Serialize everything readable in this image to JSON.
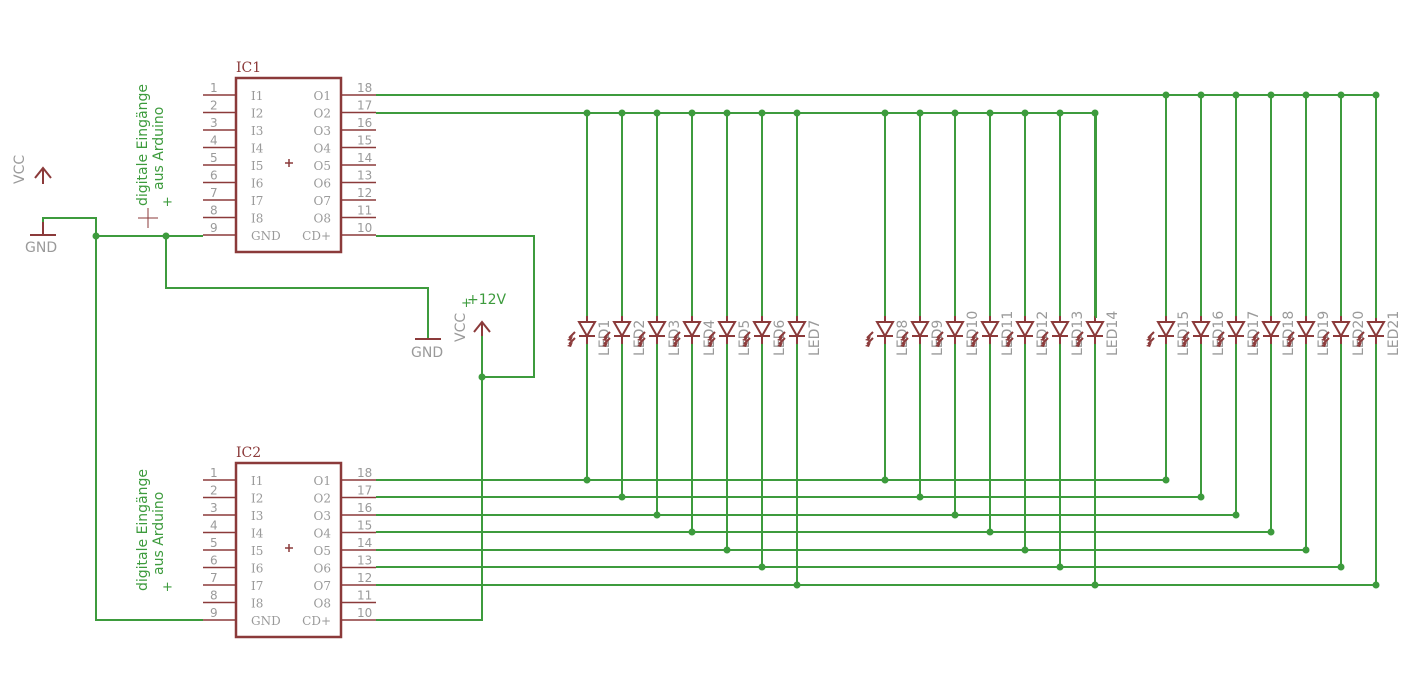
{
  "ic1": {
    "name": "IC1",
    "left_pins": [
      {
        "num": "1",
        "name": "I1"
      },
      {
        "num": "2",
        "name": "I2"
      },
      {
        "num": "3",
        "name": "I3"
      },
      {
        "num": "4",
        "name": "I4"
      },
      {
        "num": "5",
        "name": "I5"
      },
      {
        "num": "6",
        "name": "I6"
      },
      {
        "num": "7",
        "name": "I7"
      },
      {
        "num": "8",
        "name": "I8"
      },
      {
        "num": "9",
        "name": "GND"
      }
    ],
    "right_pins": [
      {
        "num": "18",
        "name": "O1"
      },
      {
        "num": "17",
        "name": "O2"
      },
      {
        "num": "16",
        "name": "O3"
      },
      {
        "num": "15",
        "name": "O4"
      },
      {
        "num": "14",
        "name": "O5"
      },
      {
        "num": "13",
        "name": "O6"
      },
      {
        "num": "12",
        "name": "O7"
      },
      {
        "num": "11",
        "name": "O8"
      },
      {
        "num": "10",
        "name": "CD+"
      }
    ],
    "note_line1": "digitale Eingänge",
    "note_line2": "aus Arduino"
  },
  "ic2": {
    "name": "IC2",
    "left_pins": [
      {
        "num": "1",
        "name": "I1"
      },
      {
        "num": "2",
        "name": "I2"
      },
      {
        "num": "3",
        "name": "I3"
      },
      {
        "num": "4",
        "name": "I4"
      },
      {
        "num": "5",
        "name": "I5"
      },
      {
        "num": "6",
        "name": "I6"
      },
      {
        "num": "7",
        "name": "I7"
      },
      {
        "num": "8",
        "name": "I8"
      },
      {
        "num": "9",
        "name": "GND"
      }
    ],
    "right_pins": [
      {
        "num": "18",
        "name": "O1"
      },
      {
        "num": "17",
        "name": "O2"
      },
      {
        "num": "16",
        "name": "O3"
      },
      {
        "num": "15",
        "name": "O4"
      },
      {
        "num": "14",
        "name": "O5"
      },
      {
        "num": "13",
        "name": "O6"
      },
      {
        "num": "12",
        "name": "O7"
      },
      {
        "num": "11",
        "name": "O8"
      },
      {
        "num": "10",
        "name": "CD+"
      }
    ],
    "note_line1": "digitale Eingänge",
    "note_line2": "aus Arduino"
  },
  "supply": {
    "vcc_left": "VCC",
    "gnd_left": "GND",
    "gnd_mid": "GND",
    "vcc_mid": "VCC",
    "vcc_mid_value": "+12V"
  },
  "leds": [
    "LED1",
    "LED2",
    "LED3",
    "LED4",
    "LED5",
    "LED6",
    "LED7",
    "LED8",
    "LED9",
    "LED10",
    "LED11",
    "LED12",
    "LED13",
    "LED14",
    "LED15",
    "LED16",
    "LED17",
    "LED18",
    "LED19",
    "LED20",
    "LED21"
  ]
}
